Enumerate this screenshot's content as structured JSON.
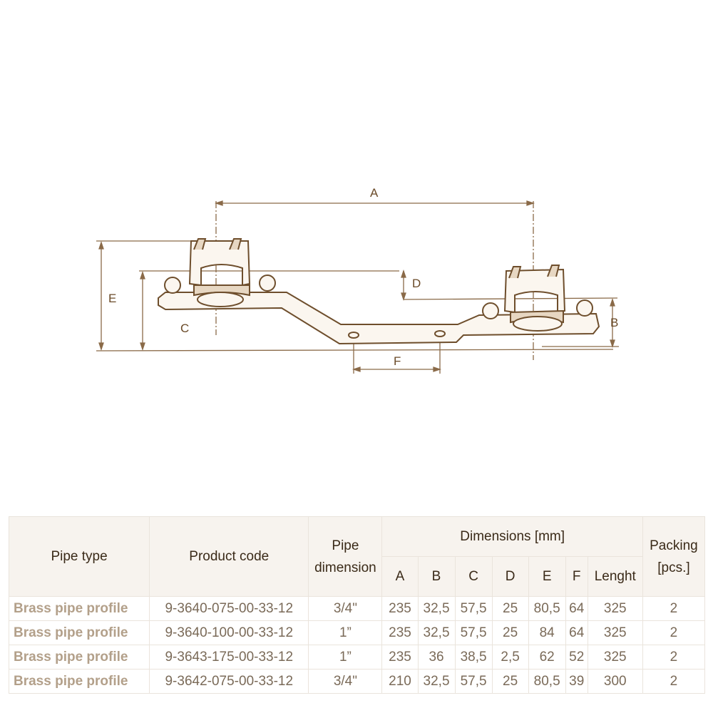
{
  "drawing": {
    "dim_labels": {
      "A": "A",
      "B": "B",
      "C": "C",
      "D": "D",
      "E": "E",
      "F": "F"
    },
    "line_color": "#7a5a38"
  },
  "table": {
    "headers": {
      "pipe_type": "Pipe type",
      "product_code": "Product code",
      "pipe_dimension_1": "Pipe",
      "pipe_dimension_2": "dimension",
      "dimensions": "Dimensions [mm]",
      "packing_1": "Packing",
      "packing_2": "[pcs.]",
      "sub": [
        "A",
        "B",
        "C",
        "D",
        "E",
        "F",
        "Lenght"
      ]
    },
    "rows": [
      {
        "type": "Brass pipe profile",
        "code": "9-3640-075-00-33-12",
        "dim": "3/4\"",
        "A": "235",
        "B": "32,5",
        "C": "57,5",
        "D": "25",
        "E": "80,5",
        "F": "64",
        "len": "325",
        "pack": "2"
      },
      {
        "type": "Brass pipe profile",
        "code": "9-3640-100-00-33-12",
        "dim": "1”",
        "A": "235",
        "B": "32,5",
        "C": "57,5",
        "D": "25",
        "E": "84",
        "F": "64",
        "len": "325",
        "pack": "2"
      },
      {
        "type": "Brass pipe profile",
        "code": "9-3643-175-00-33-12",
        "dim": "1”",
        "A": "235",
        "B": "36",
        "C": "38,5",
        "D": "2,5",
        "E": "62",
        "F": "52",
        "len": "325",
        "pack": "2"
      },
      {
        "type": "Brass pipe profile",
        "code": "9-3642-075-00-33-12",
        "dim": "3/4\"",
        "A": "210",
        "B": "32,5",
        "C": "57,5",
        "D": "25",
        "E": "80,5",
        "F": "39",
        "len": "300",
        "pack": "2"
      }
    ]
  }
}
